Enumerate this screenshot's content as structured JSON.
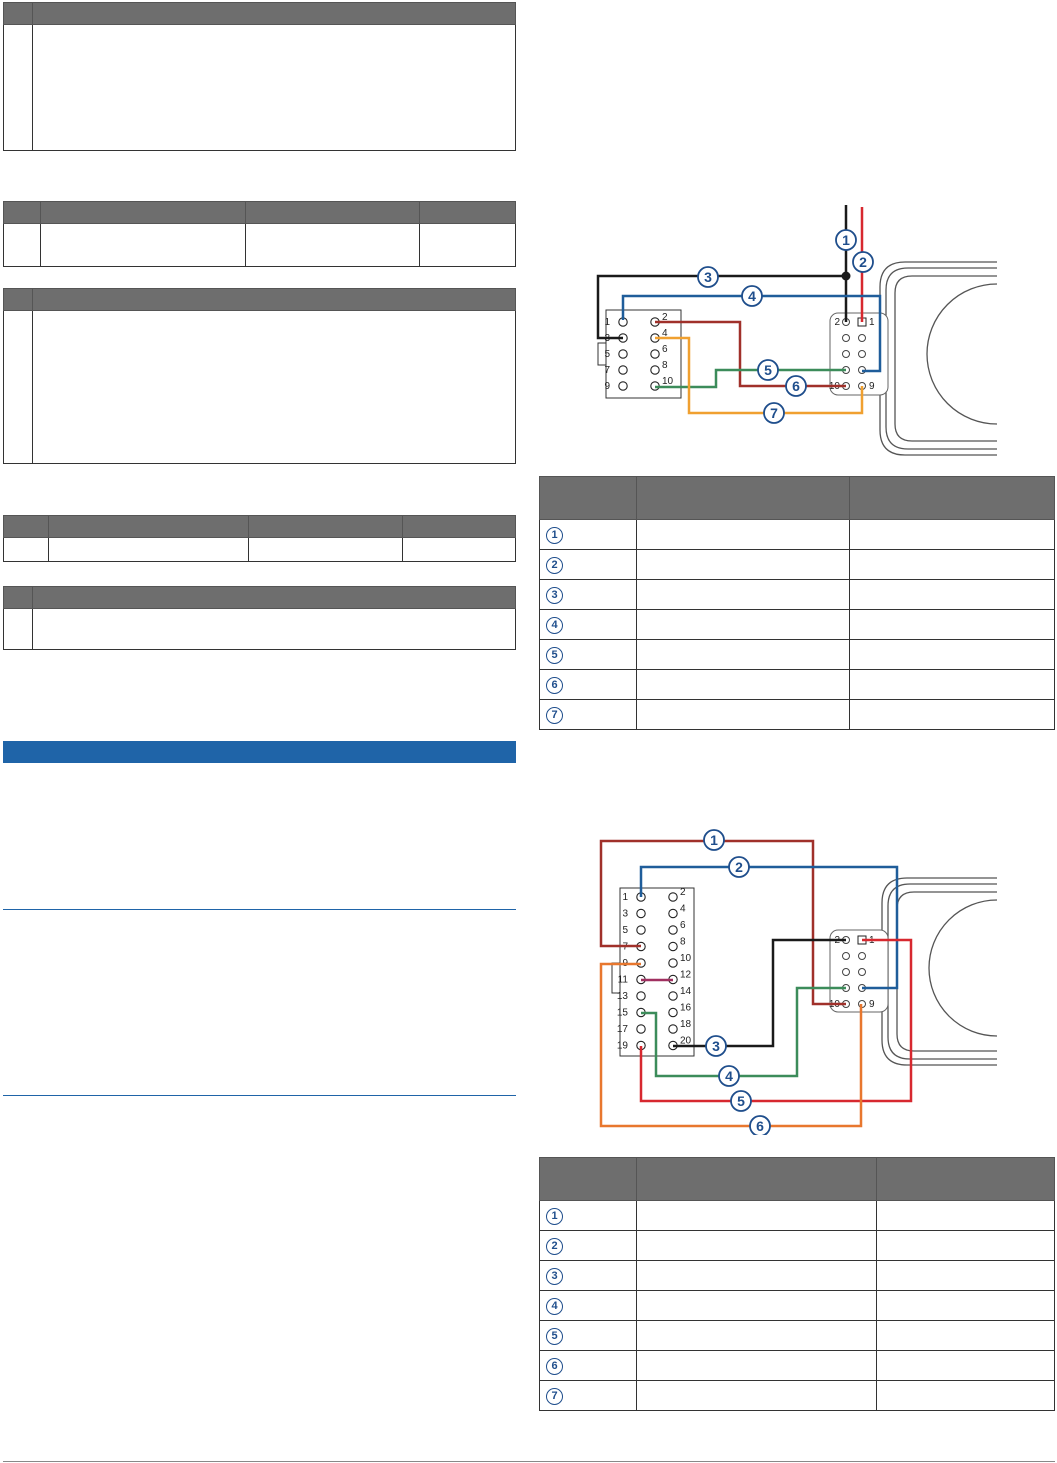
{
  "colors": {
    "header": "#6e6e6e",
    "accent_blue": "#1f64a8",
    "wire_black": "#1a1a1a",
    "wire_red": "#d7282f",
    "wire_blue": "#1f5d9a",
    "wire_darkred": "#a0302a",
    "wire_green": "#3c8c5a",
    "wire_orange": "#f0a030",
    "wire_orange2": "#e8772e",
    "wire_magenta": "#a03060",
    "callout": "#1f4e8c"
  },
  "diagram1": {
    "callouts": [
      "1",
      "2",
      "3",
      "4",
      "5",
      "6",
      "7"
    ],
    "left_connector_pins": [
      "1",
      "2",
      "3",
      "4",
      "5",
      "6",
      "7",
      "8",
      "9",
      "10"
    ],
    "right_connector_pins": [
      "2",
      "1",
      "10",
      "9"
    ]
  },
  "diagram2": {
    "callouts": [
      "1",
      "2",
      "3",
      "4",
      "5",
      "6"
    ],
    "left_connector_pins": [
      "1",
      "2",
      "3",
      "4",
      "5",
      "6",
      "7",
      "8",
      "9",
      "10",
      "11",
      "12",
      "13",
      "14",
      "15",
      "16",
      "17",
      "18",
      "19",
      "20"
    ],
    "right_connector_pins": [
      "2",
      "1",
      "10",
      "9"
    ]
  },
  "legend1": {
    "rows": [
      "1",
      "2",
      "3",
      "4",
      "5",
      "6",
      "7"
    ]
  },
  "legend2": {
    "rows": [
      "1",
      "2",
      "3",
      "4",
      "5",
      "6",
      "7"
    ]
  }
}
